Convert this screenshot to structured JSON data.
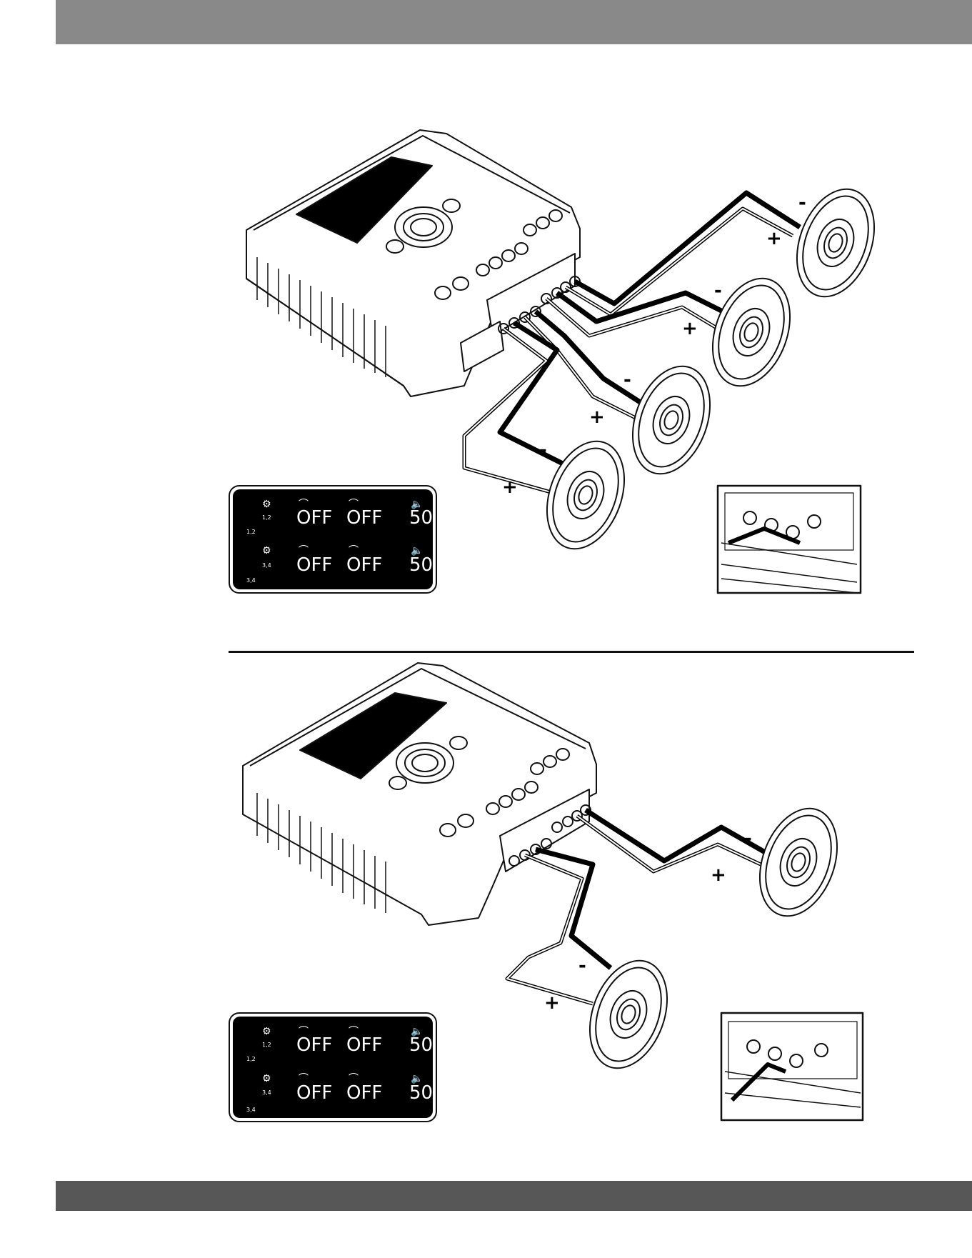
{
  "colors": {
    "top_band": "#898989",
    "bottom_band": "#575757",
    "lcd_bg": "#000000",
    "lcd_fg": "#ffffff"
  },
  "diagrams": [
    {
      "lcd": {
        "rows": [
          {
            "channel": "1,2",
            "side": "1,2",
            "hp": "OFF",
            "lp": "OFF",
            "level": "50"
          },
          {
            "channel": "3,4",
            "side": "3,4",
            "hp": "OFF",
            "lp": "OFF",
            "level": "50"
          }
        ]
      },
      "polarity": [
        "-",
        "+",
        "-",
        "+",
        "-",
        "+",
        "-",
        "+"
      ]
    },
    {
      "lcd": {
        "rows": [
          {
            "channel": "1,2",
            "side": "1,2",
            "hp": "OFF",
            "lp": "OFF",
            "level": "50"
          },
          {
            "channel": "3,4",
            "side": "3,4",
            "hp": "OFF",
            "lp": "OFF",
            "level": "50"
          }
        ]
      },
      "polarity": [
        "-",
        "+",
        "-",
        "+"
      ]
    }
  ]
}
